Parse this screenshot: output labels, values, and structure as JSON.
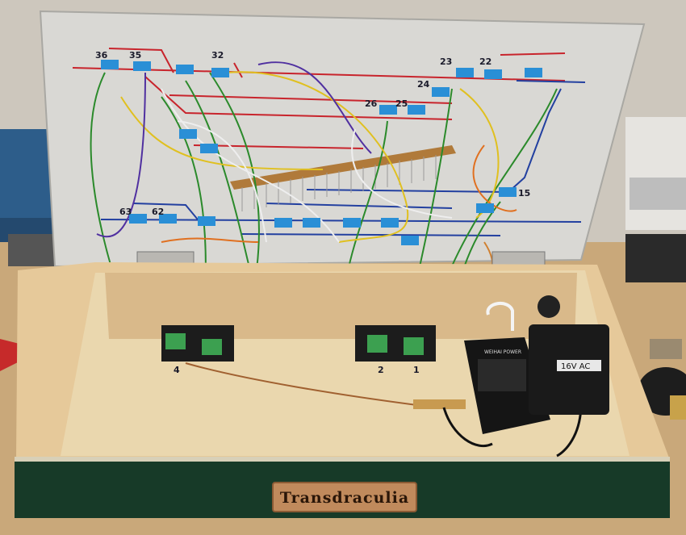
{
  "nameplate": {
    "text": "Transdraculia"
  },
  "transformer": {
    "label": "16V AC"
  },
  "power_supply": {
    "brand": "WEIHAI POWER"
  },
  "panel_labels": {
    "top_left": [
      "36",
      "35",
      "32"
    ],
    "top_right": [
      "23",
      "22",
      "24",
      "25",
      "26"
    ],
    "bottom": [
      "63",
      "62",
      "15"
    ],
    "terminal_marks": [
      "4",
      "2",
      "1"
    ]
  },
  "colors": {
    "panel": "#d9d8d4",
    "box_front": "#173a28",
    "floor_wood": "#ead7ae",
    "red_track": "#c8242c",
    "blue_track": "#2340a0",
    "relay_blue": "#2a8fd6"
  }
}
